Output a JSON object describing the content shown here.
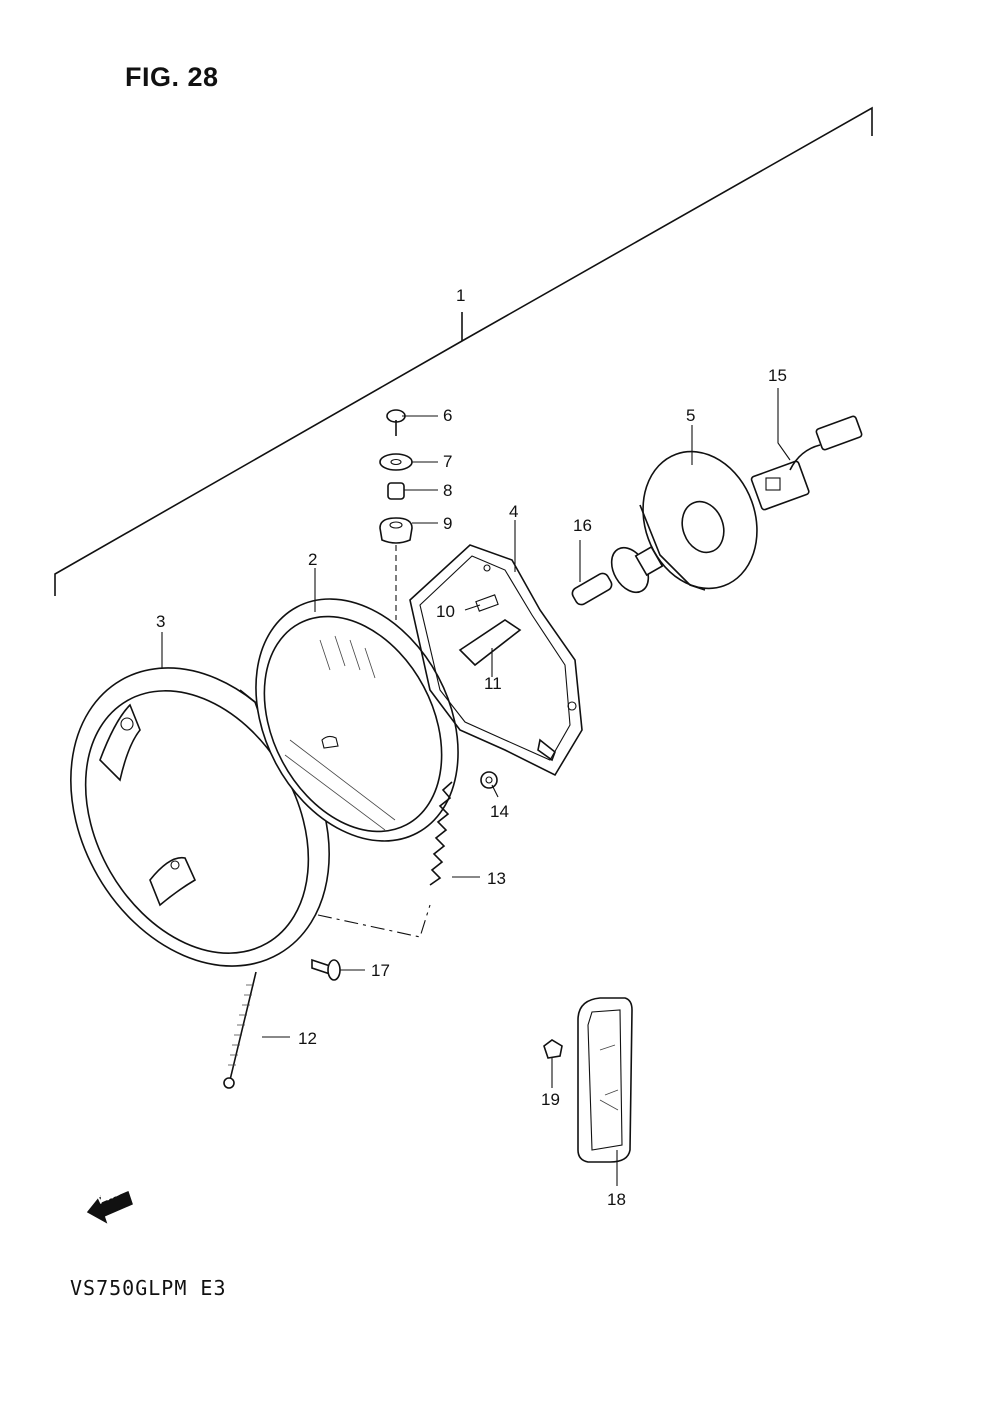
{
  "figure_title": "FIG. 28",
  "model_code": "VS750GLPM E3",
  "fwd_label": "FWD",
  "callouts": [
    "1",
    "2",
    "3",
    "4",
    "5",
    "6",
    "7",
    "8",
    "9",
    "10",
    "11",
    "12",
    "13",
    "14",
    "15",
    "16",
    "17",
    "18",
    "19"
  ]
}
